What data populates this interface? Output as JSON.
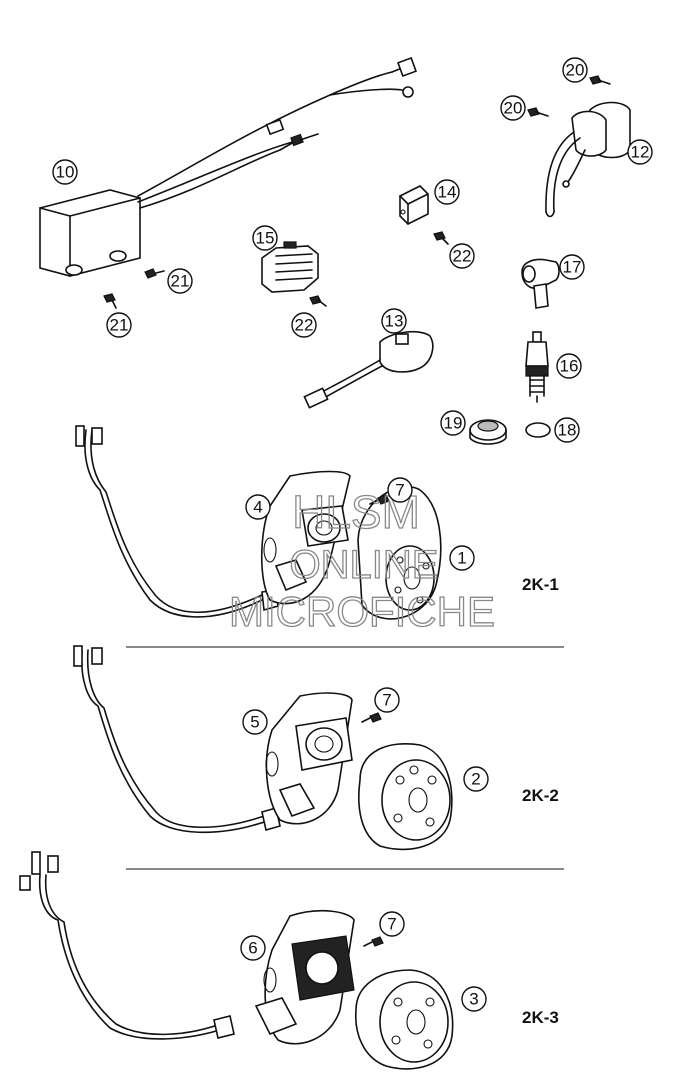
{
  "callouts": [
    "1",
    "2",
    "3",
    "4",
    "5",
    "6",
    "7",
    "10",
    "12",
    "13",
    "14",
    "15",
    "16",
    "17",
    "18",
    "19",
    "20",
    "21",
    "22"
  ],
  "variants": [
    "2K-1",
    "2K-2",
    "2K-3"
  ],
  "watermark": {
    "line1": "HLSM",
    "line2": "ONLINE",
    "line3": "MICROFICHE"
  }
}
